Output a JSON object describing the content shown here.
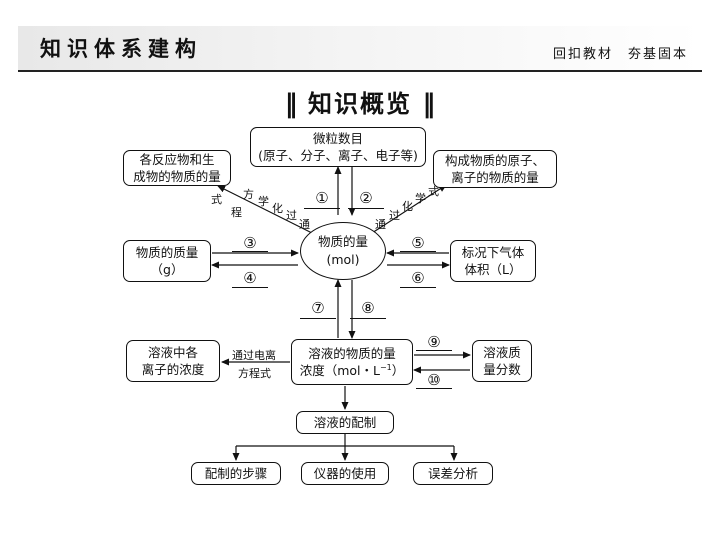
{
  "header": {
    "title": "知识体系建构",
    "subtitle": "回扣教材　夯基固本"
  },
  "section_title": "知识概览",
  "section_bars": {
    "left": "‖",
    "right": "‖"
  },
  "nodes": {
    "center": {
      "line1": "物质的量",
      "line2": "(mol)"
    },
    "particles": {
      "line1": "微粒数目",
      "line2": "(原子、分子、离子、电子等)"
    },
    "reactants": {
      "line1": "各反应物和生",
      "line2": "成物的物质的量"
    },
    "constituents": {
      "line1": "构成物质的原子、",
      "line2": "离子的物质的量"
    },
    "mass": {
      "line1": "物质的质量",
      "line2": "（g）"
    },
    "gas": {
      "line1": "标况下气体",
      "line2": "体积（L）"
    },
    "concentration": {
      "line1": "溶液的物质的量",
      "line2_pre": "浓度（mol・L",
      "line2_sup": "−1",
      "line2_post": "）"
    },
    "ions": {
      "line1": "溶液中各",
      "line2": "离子的浓度"
    },
    "mass_fraction": {
      "line1": "溶液质",
      "line2": "量分数"
    },
    "preparation": "溶液的配制",
    "steps": "配制的步骤",
    "instruments": "仪器的使用",
    "error": "误差分析"
  },
  "edge_labels": {
    "fang": "方",
    "cheng": "程",
    "shi_left": "式",
    "hua_left": "化",
    "xue_left": "学",
    "guo_left": "过",
    "tong_left": "通",
    "tong_right": "通",
    "guo_right": "过",
    "hua_right": "化",
    "xue_right": "学",
    "shi_right": "式",
    "electrolytic_1": "通过电离",
    "electrolytic_2": "方程式"
  },
  "blanks": [
    "①",
    "②",
    "③",
    "④",
    "⑤",
    "⑥",
    "⑦",
    "⑧",
    "⑨",
    "⑩"
  ]
}
